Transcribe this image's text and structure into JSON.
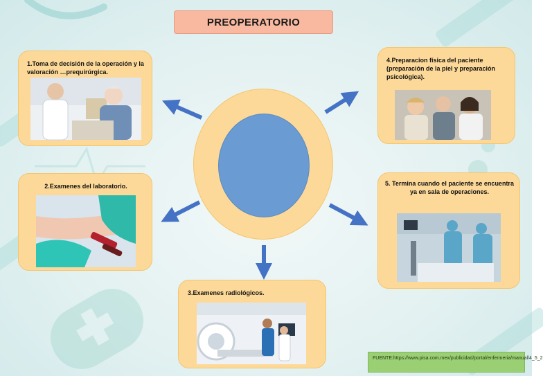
{
  "title": "PREOPERATORIO",
  "steps": [
    {
      "text": "1.Toma de decisión de la operación y la valoración …prequirúrgica.",
      "photo": "doctor-consulting-elderly-patient"
    },
    {
      "text": "2.Examenes del laboratorio.",
      "photo": "blood-sample-collection"
    },
    {
      "text": "3.Examenes radiológicos.",
      "photo": "radiology-scanner-room"
    },
    {
      "text": "4.Preparacion física del paciente (preparación de la piel y preparación psicológica).",
      "photo": "patient-family-counseling"
    },
    {
      "text": "5. Termina cuando el paciente se encuentra ya en sala de operaciones.",
      "photo": "operating-room-team"
    }
  ],
  "source": "FUENTE:https://www.pisa.com.mex/publicidad/portal/enfermeria/manual/4_5_2",
  "colors": {
    "card": "#fdd999",
    "title_bg": "#f8b9a0",
    "center_fill": "#6b9bd3",
    "arrow": "#4472c4",
    "source_bg": "#9bcf73"
  }
}
